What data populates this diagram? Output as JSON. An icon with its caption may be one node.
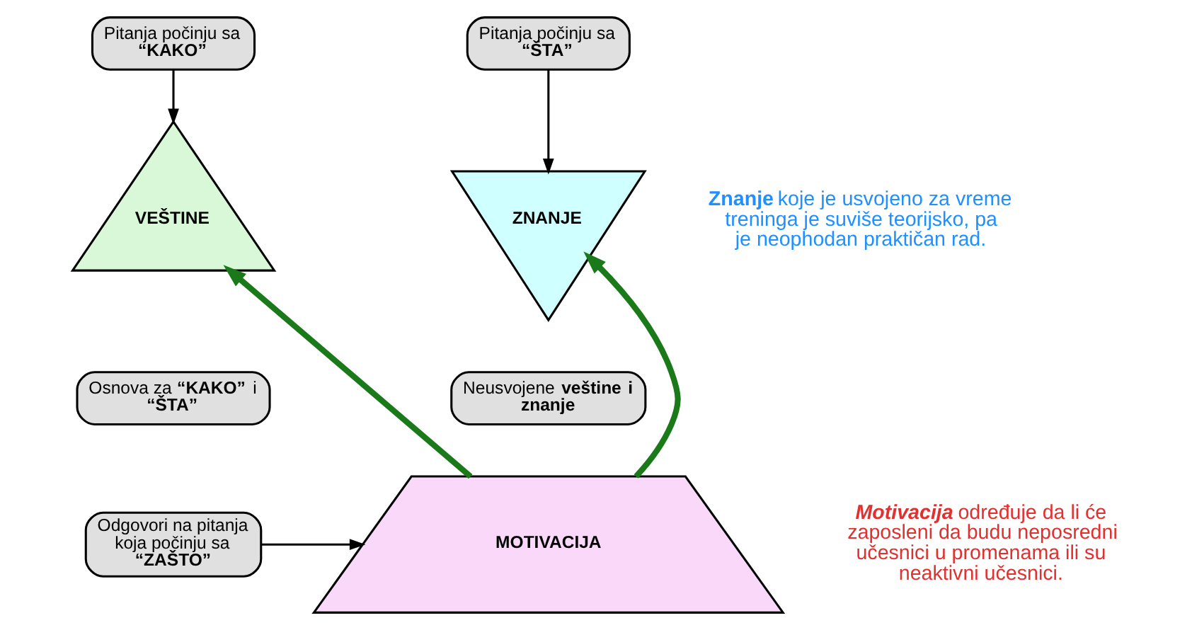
{
  "diagram": {
    "nodes": [
      {
        "text": [
          "Pitanja počinju sa **“KAKO”**"
        ]
      },
      {
        "text": [
          "VEŠTINE"
        ]
      },
      {
        "text": [
          "ZNANJE"
        ]
      },
      {
        "text": [
          "Pitanja počinju sa **“ŠTA”**"
        ]
      },
      {
        "text": [
          "Osnova za **“KAKO”** i **“ŠTA”**"
        ]
      },
      {
        "text": [
          "Neusvojene **veštine i znanje**"
        ]
      },
      {
        "text": [
          "Odgovori na pitanja koja počinju sa **“ZAŠTO”**"
        ]
      },
      {
        "text": [
          "MOTIVACIJA"
        ]
      }
    ],
    "edges": [
      {
        "from": 0,
        "to": 1,
        "arrow": "to"
      },
      {
        "from": 3,
        "to": 2,
        "arrow": "to"
      },
      {
        "from": 6,
        "to": 7,
        "arrow": "to"
      },
      {
        "from": 7,
        "to": 1,
        "arrow": "to",
        "style": "thick",
        "color": "#1a7a1a"
      },
      {
        "from": 7,
        "to": 2,
        "arrow": "to",
        "style": "thick",
        "color": "#1a7a1a"
      }
    ],
    "labels": [
      "**Znanje** koje je usvojeno za vreme treninga je suviše teorijsko, pa je neophodan praktičan rad.",
      "**Motivacija** određuje da li će zaposleni da budu neposredni učesnici u promenama ili su neaktivni učesnici."
    ]
  }
}
